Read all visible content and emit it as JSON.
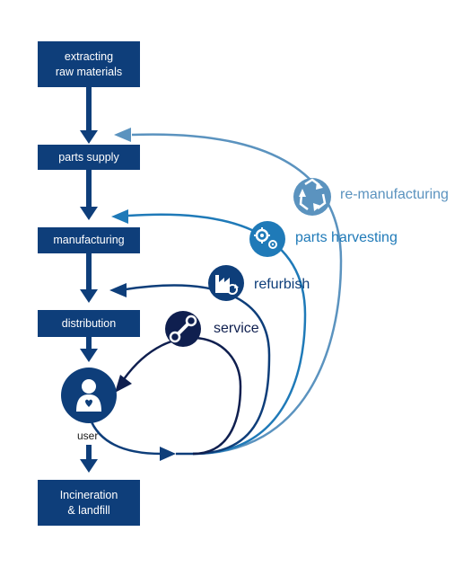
{
  "stages": [
    {
      "label": "extracting\nraw materials"
    },
    {
      "label": "parts supply"
    },
    {
      "label": "manufacturing"
    },
    {
      "label": "distribution"
    },
    {
      "label": "Incineration\n& landfill"
    }
  ],
  "user": {
    "label": "user",
    "icon": "person-heart-icon"
  },
  "loops": [
    {
      "label": "service",
      "icon": "wrench-icon",
      "color": "#0f1f4f"
    },
    {
      "label": "refurbish",
      "icon": "factory-icon",
      "color": "#0e3e7a"
    },
    {
      "label": "parts harvesting",
      "icon": "gears-icon",
      "color": "#1f7ab8"
    },
    {
      "label": "re-manufacturing",
      "icon": "recycle-icon",
      "color": "#5b93bf"
    }
  ],
  "colors": {
    "stage_box": "#0e3e7a",
    "arrow": "#0e3e7a"
  }
}
